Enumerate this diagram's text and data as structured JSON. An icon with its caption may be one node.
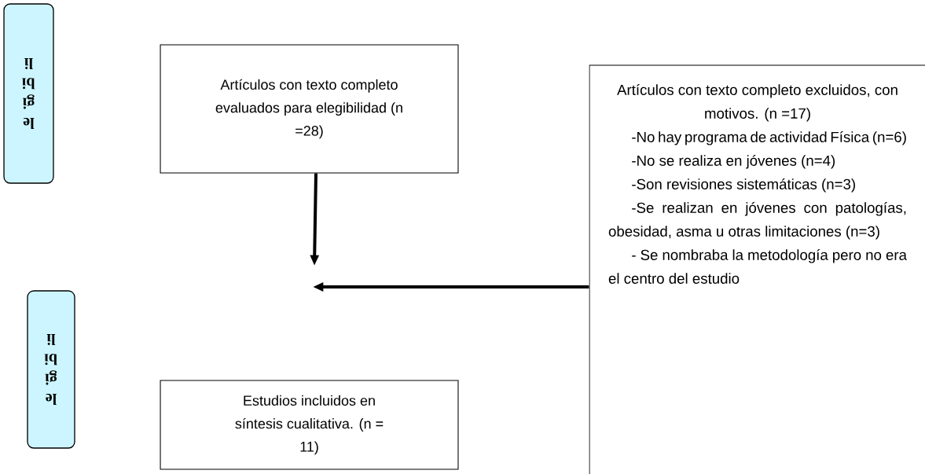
{
  "diagram": {
    "nodes": [
      {
        "text": [
          "le gi bi li"
        ]
      },
      {
        "text": [
          "Artículos con texto completo evaluados para elegibilidad (n =28)"
        ]
      },
      {
        "text": [
          "Artículos con texto completo excluidos, con motivos. (n =17)",
          "-No hay programa de actividad Física (n=6)",
          "-No se realiza en jóvenes (n=4)",
          "-Son revisiones sistemáticas (n=3)",
          "-Se realizan en jóvenes con patologías, obesidad, asma u otras limitaciones (n=3)",
          "- Se nombraba la metodología pero no era el centro del estudio"
        ]
      },
      {
        "text": [
          "le gi bi li"
        ]
      },
      {
        "text": [
          "Estudios incluidos en síntesis cualitativa. (n = 11)"
        ]
      }
    ],
    "edges": [
      {
        "from": 1,
        "to": null,
        "arrow": "to"
      },
      {
        "from": 2,
        "to": null,
        "arrow": "to"
      }
    ]
  }
}
